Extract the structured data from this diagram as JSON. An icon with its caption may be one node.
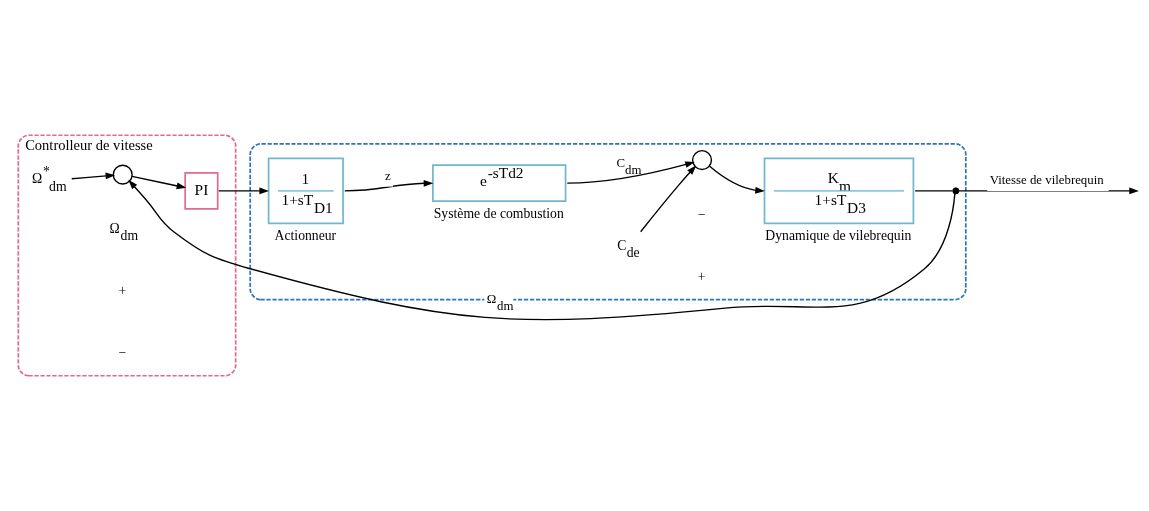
{
  "diagram": {
    "nodes": [
      {
        "text": [
          "Controlleur de vitesse"
        ]
      },
      {
        "text": [
          "Ω$^{*}$$_{dm}$"
        ],
        "in": 0
      },
      {
        "text": [],
        "shape": "circle",
        "in": 0
      },
      {
        "text": [
          "PI"
        ],
        "in": 0
      },
      {
        "text": [],
        "shape": "box"
      },
      {
        "text": [
          "1",
          "1+sT$_{D1}$"
        ],
        "beside": [
          "Actionneur"
        ],
        "in": 4
      },
      {
        "text": [
          "e$^{-sTd2}$"
        ],
        "beside": [
          "Système de combustion"
        ],
        "in": 4
      },
      {
        "text": [
          "C$_{de}$"
        ],
        "in": 4
      },
      {
        "text": [],
        "shape": "circle",
        "in": 4
      },
      {
        "text": [
          "K$_{m}$",
          "1+sT$_{D3}$"
        ],
        "beside": [
          "Dynamique de vilebrequin"
        ],
        "in": 4
      },
      {
        "text": [],
        "shape": "dot",
        "in": 4
      }
    ],
    "edges": [
      {
        "from": 1,
        "to": 2,
        "arrow": "to"
      },
      {
        "from": 2,
        "to": 3,
        "arrow": "to"
      },
      {
        "from": 3,
        "to": 5,
        "arrow": "to"
      },
      {
        "from": 5,
        "to": 6,
        "arrow": "to",
        "label": "z"
      },
      {
        "from": 6,
        "to": 8,
        "arrow": "to",
        "label": "C$_{dm}$"
      },
      {
        "from": 7,
        "to": 8,
        "arrow": "to"
      },
      {
        "from": 8,
        "to": 9,
        "arrow": "to"
      },
      {
        "from": 9,
        "to": 10,
        "arrow": "none"
      },
      {
        "from": 10,
        "to": null,
        "arrow": "to",
        "label": "Vitesse de vilebrequin"
      },
      {
        "from": 10,
        "to": 2,
        "arrow": "to",
        "label": "Ω$_{dm}$"
      }
    ],
    "labels": [
      "+",
      "−",
      "Ω$_{dm}$",
      "−",
      "+"
    ]
  }
}
